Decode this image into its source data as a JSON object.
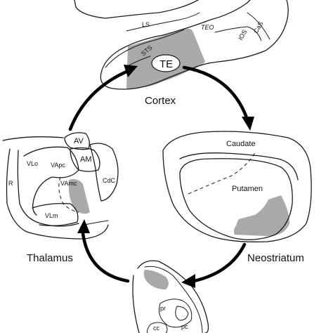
{
  "labels": {
    "cortex": "Cortex",
    "thalamus": "Thalamus",
    "neostriatum": "Neostriatum",
    "caudate": "Caudate",
    "putamen": "Putamen",
    "te": "TE",
    "teo": "TEO",
    "sts": "STS",
    "ls": "LS",
    "ios": "IOS",
    "cas": "CaS",
    "av": "AV",
    "am": "AM",
    "vlo": "VLo",
    "vapc": "VApc",
    "vamc": "VAmc",
    "cdc": "CdC",
    "r": "R",
    "vlm": "VLm",
    "pr": "pr",
    "pc": "pc",
    "cc": "cc"
  }
}
